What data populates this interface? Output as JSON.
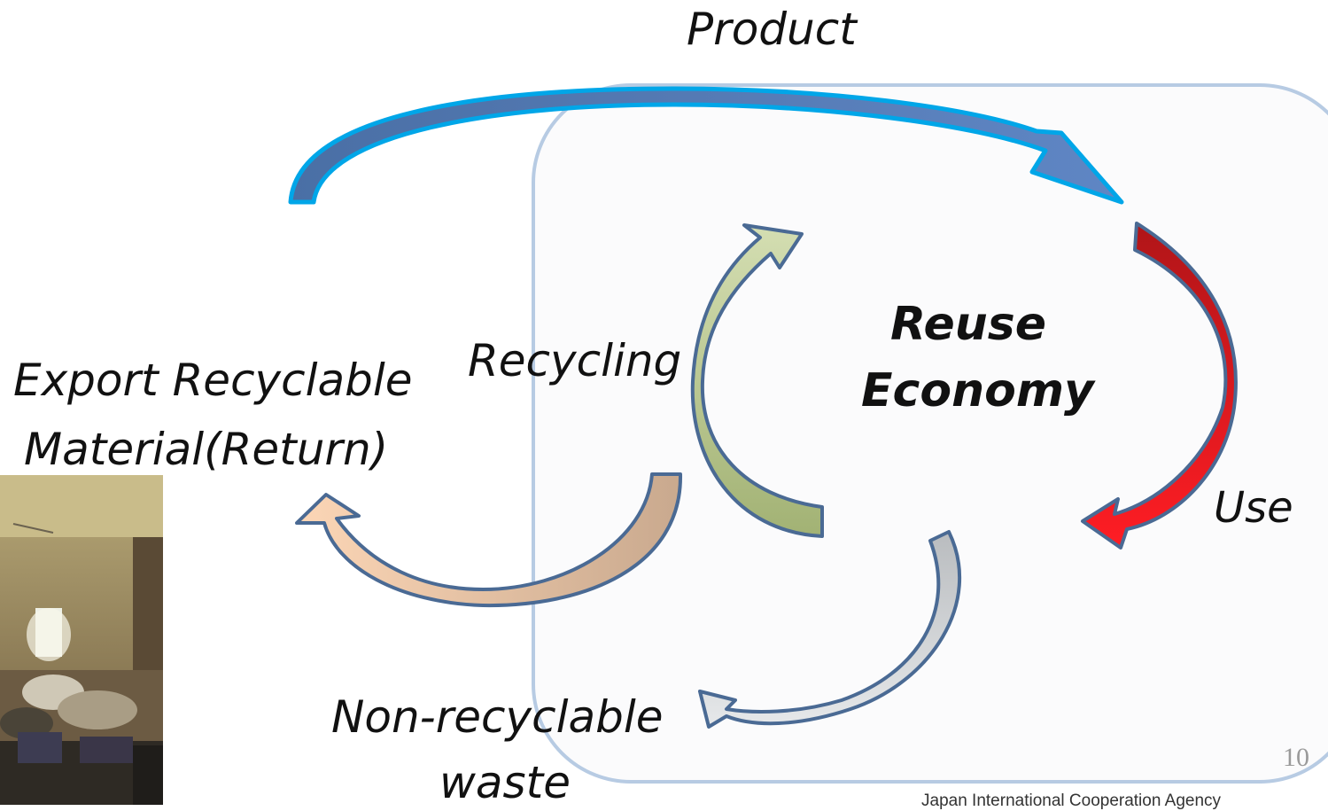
{
  "labels": {
    "product": "Product",
    "recycling": "Recycling",
    "reuse_line1": "Reuse",
    "reuse_line2": "Economy",
    "use": "Use",
    "export_line1": "Export Recyclable",
    "export_line2": "Material(Return)",
    "nonrecyclable_line1": "Non-recyclable",
    "nonrecyclable_line2": "waste"
  },
  "page_number": "10",
  "footer": "Japan International Cooperation Agency",
  "colors": {
    "product_arrow": "#00a6e8",
    "product_arrow_dark": "#3f74b6",
    "use_arrow": "#e8141b",
    "recycling_arrow": "#c9d6a1",
    "export_arrow": "#f6cba6",
    "waste_arrow": "#c4c6c8",
    "frame": "#b7cbe3",
    "outline": "#4a6a94"
  }
}
